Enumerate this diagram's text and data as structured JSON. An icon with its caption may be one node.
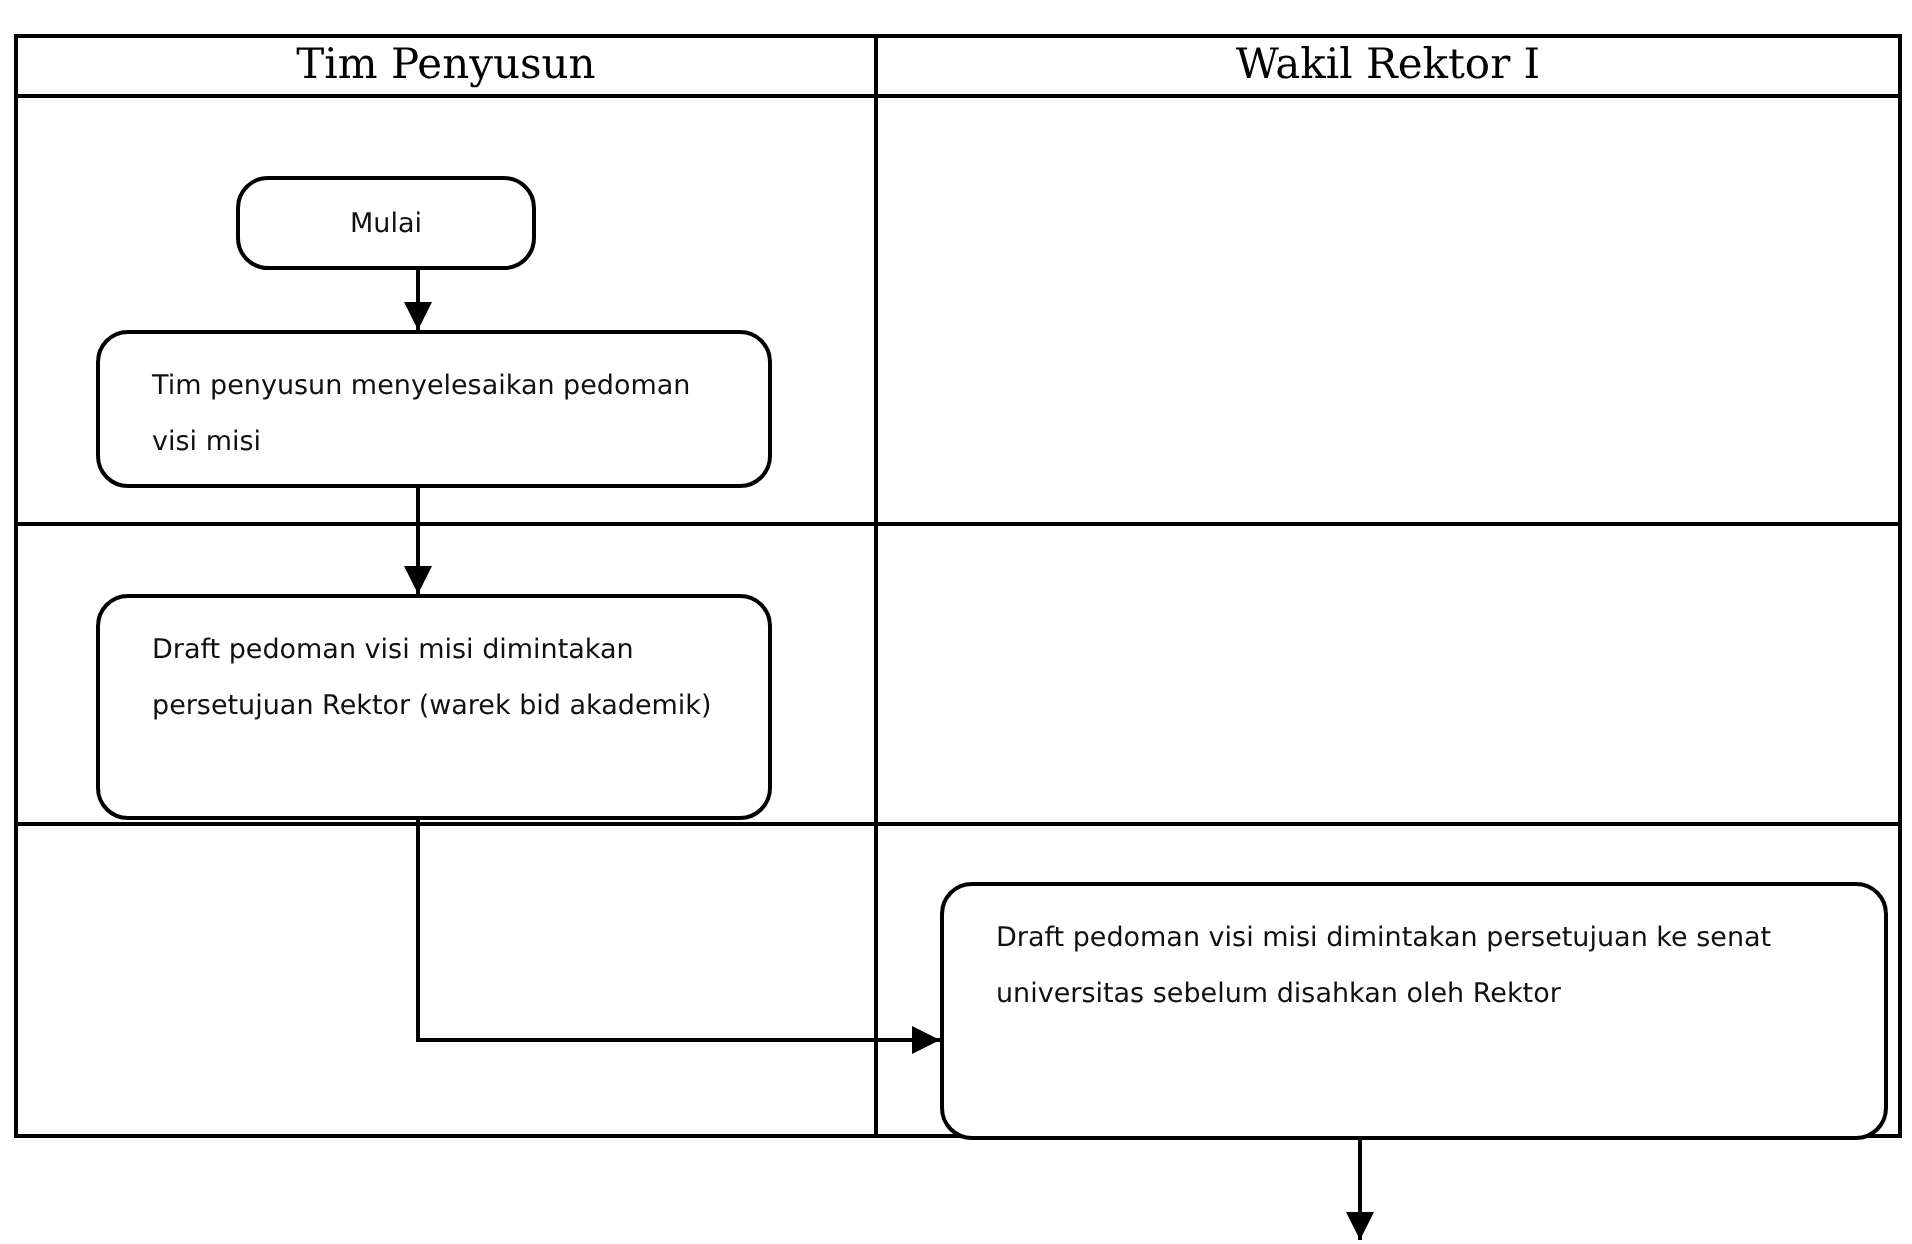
{
  "diagram": {
    "nodes": [
      {
        "text": [
          "Mulai"
        ]
      },
      {
        "text": [
          "Tim penyusun menyelesaikan pedoman visi misi"
        ]
      },
      {
        "text": [
          "Draft pedoman  visi misi dimintakan persetujuan Rektor (warek bid akademik)"
        ]
      },
      {
        "text": [
          "Draft pedoman visi misi dimintakan persetujuan  ke senat universitas sebelum disahkan oleh Rektor"
        ]
      }
    ],
    "edges": [
      {
        "from": 0,
        "to": 1,
        "arrow": "to"
      },
      {
        "from": 1,
        "to": 2,
        "arrow": "to"
      },
      {
        "from": 2,
        "to": 3,
        "arrow": "to"
      },
      {
        "from": 3,
        "to": null,
        "arrow": "to"
      }
    ],
    "labels": [
      "Tim Penyusun",
      "Wakil Rektor I"
    ]
  }
}
